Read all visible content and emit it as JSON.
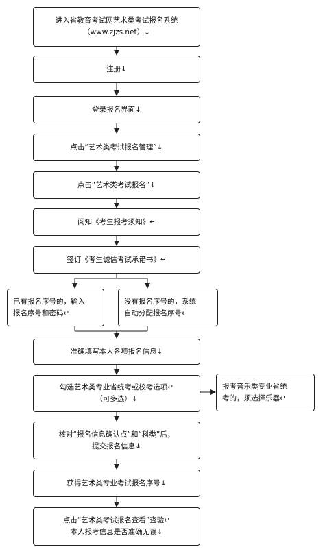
{
  "steps": {
    "enter_system": {
      "line1": "进入省教育考试网艺术类考试报名系统",
      "line2": "（www.zjzs.net）↓"
    },
    "register": "注册↓",
    "login": "登录报名界面↓",
    "click_manage": "点击“艺术类考试报名管理”↓",
    "click_signup": "点击“艺术类考试报名”↓",
    "read_notice": "阅知《考生报考须知》↵",
    "sign_pledge": "签订《考生诚信考试承诺书》↵",
    "has_number": {
      "line1": "已有报名序号的，输入",
      "line2": "报名序号和密码↵"
    },
    "no_number": {
      "line1": "没有报名序号的，系统",
      "line2": "自动分配报名序号↵"
    },
    "fill_info": "准确填写本人各项报名信息↓",
    "choose_exam": {
      "line1": "勾选艺术类专业省统考或校考选项↵",
      "line2": "（可多选）↓"
    },
    "music_note": {
      "line1": "报考音乐类专业省统",
      "line2": "考的，须选择乐器↵"
    },
    "verify": {
      "line1": "核对“报名信息确认点”和“科类”后，",
      "line2": "提交报名信息↓"
    },
    "get_number": "获得艺术类专业考试报名序号↓",
    "check_info": {
      "line1": "点击“艺术类考试报名查看”查验↵",
      "line2": "本人报考信息是否准确无误↓"
    }
  }
}
